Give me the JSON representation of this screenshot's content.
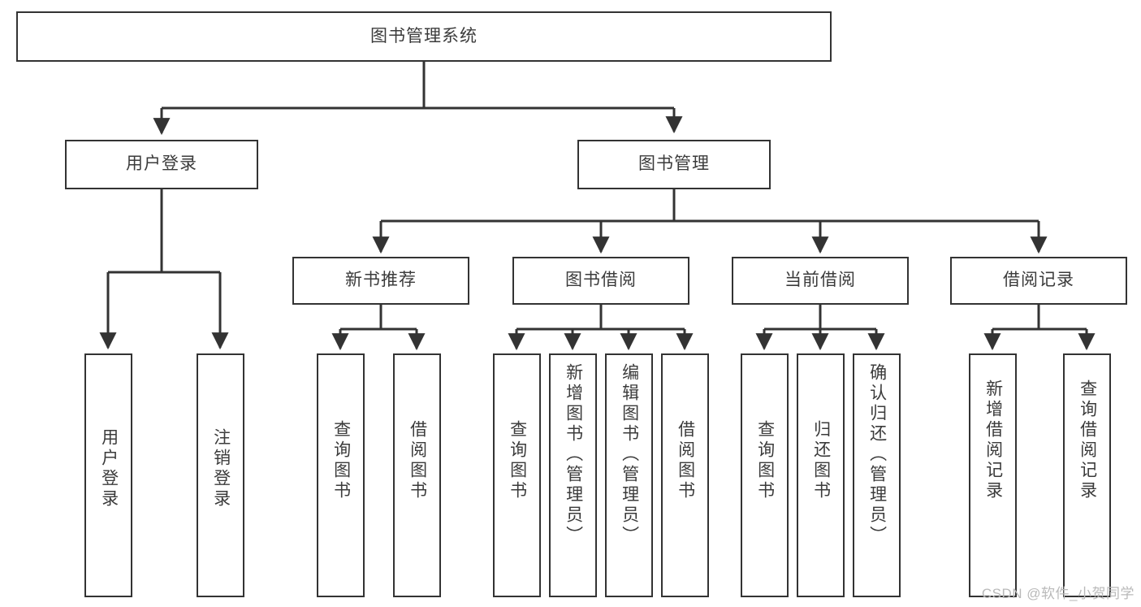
{
  "diagram": {
    "type": "tree",
    "title": "图书管理系统",
    "watermark": "CSDN @软件_小贺同学",
    "colors": {
      "background": "#ffffff",
      "border": "#333333",
      "text": "#3b3b3b",
      "edge": "#333333",
      "watermark": "#b9b9b9"
    },
    "nodes": {
      "root": {
        "label": "图书管理系统"
      },
      "level2": [
        {
          "id": "user-login",
          "label": "用户登录"
        },
        {
          "id": "book-manage",
          "label": "图书管理"
        }
      ],
      "level3": [
        {
          "id": "new-book-rec",
          "label": "新书推荐",
          "parent": "book-manage"
        },
        {
          "id": "book-borrow",
          "label": "图书借阅",
          "parent": "book-manage"
        },
        {
          "id": "current-borrow",
          "label": "当前借阅",
          "parent": "book-manage"
        },
        {
          "id": "borrow-record",
          "label": "借阅记录",
          "parent": "book-manage"
        }
      ],
      "leaves": [
        {
          "id": "leaf-user-login",
          "label": "用户登录",
          "parent": "user-login"
        },
        {
          "id": "leaf-logout",
          "label": "注销登录",
          "parent": "user-login"
        },
        {
          "id": "leaf-query-book-1",
          "label": "查询图书",
          "parent": "new-book-rec"
        },
        {
          "id": "leaf-borrow-book-1",
          "label": "借阅图书",
          "parent": "new-book-rec"
        },
        {
          "id": "leaf-query-book-2",
          "label": "查询图书",
          "parent": "book-borrow"
        },
        {
          "id": "leaf-add-book",
          "label": "新增图书（管理员）",
          "parent": "book-borrow"
        },
        {
          "id": "leaf-edit-book",
          "label": "编辑图书（管理员）",
          "parent": "book-borrow"
        },
        {
          "id": "leaf-borrow-book-2",
          "label": "借阅图书",
          "parent": "book-borrow"
        },
        {
          "id": "leaf-query-book-3",
          "label": "查询图书",
          "parent": "current-borrow"
        },
        {
          "id": "leaf-return-book",
          "label": "归还图书",
          "parent": "current-borrow"
        },
        {
          "id": "leaf-confirm-return",
          "label": "确认归还（管理员）",
          "parent": "current-borrow"
        },
        {
          "id": "leaf-add-record",
          "label": "新增借阅记录",
          "parent": "borrow-record"
        },
        {
          "id": "leaf-query-record",
          "label": "查询借阅记录",
          "parent": "borrow-record"
        }
      ]
    }
  }
}
